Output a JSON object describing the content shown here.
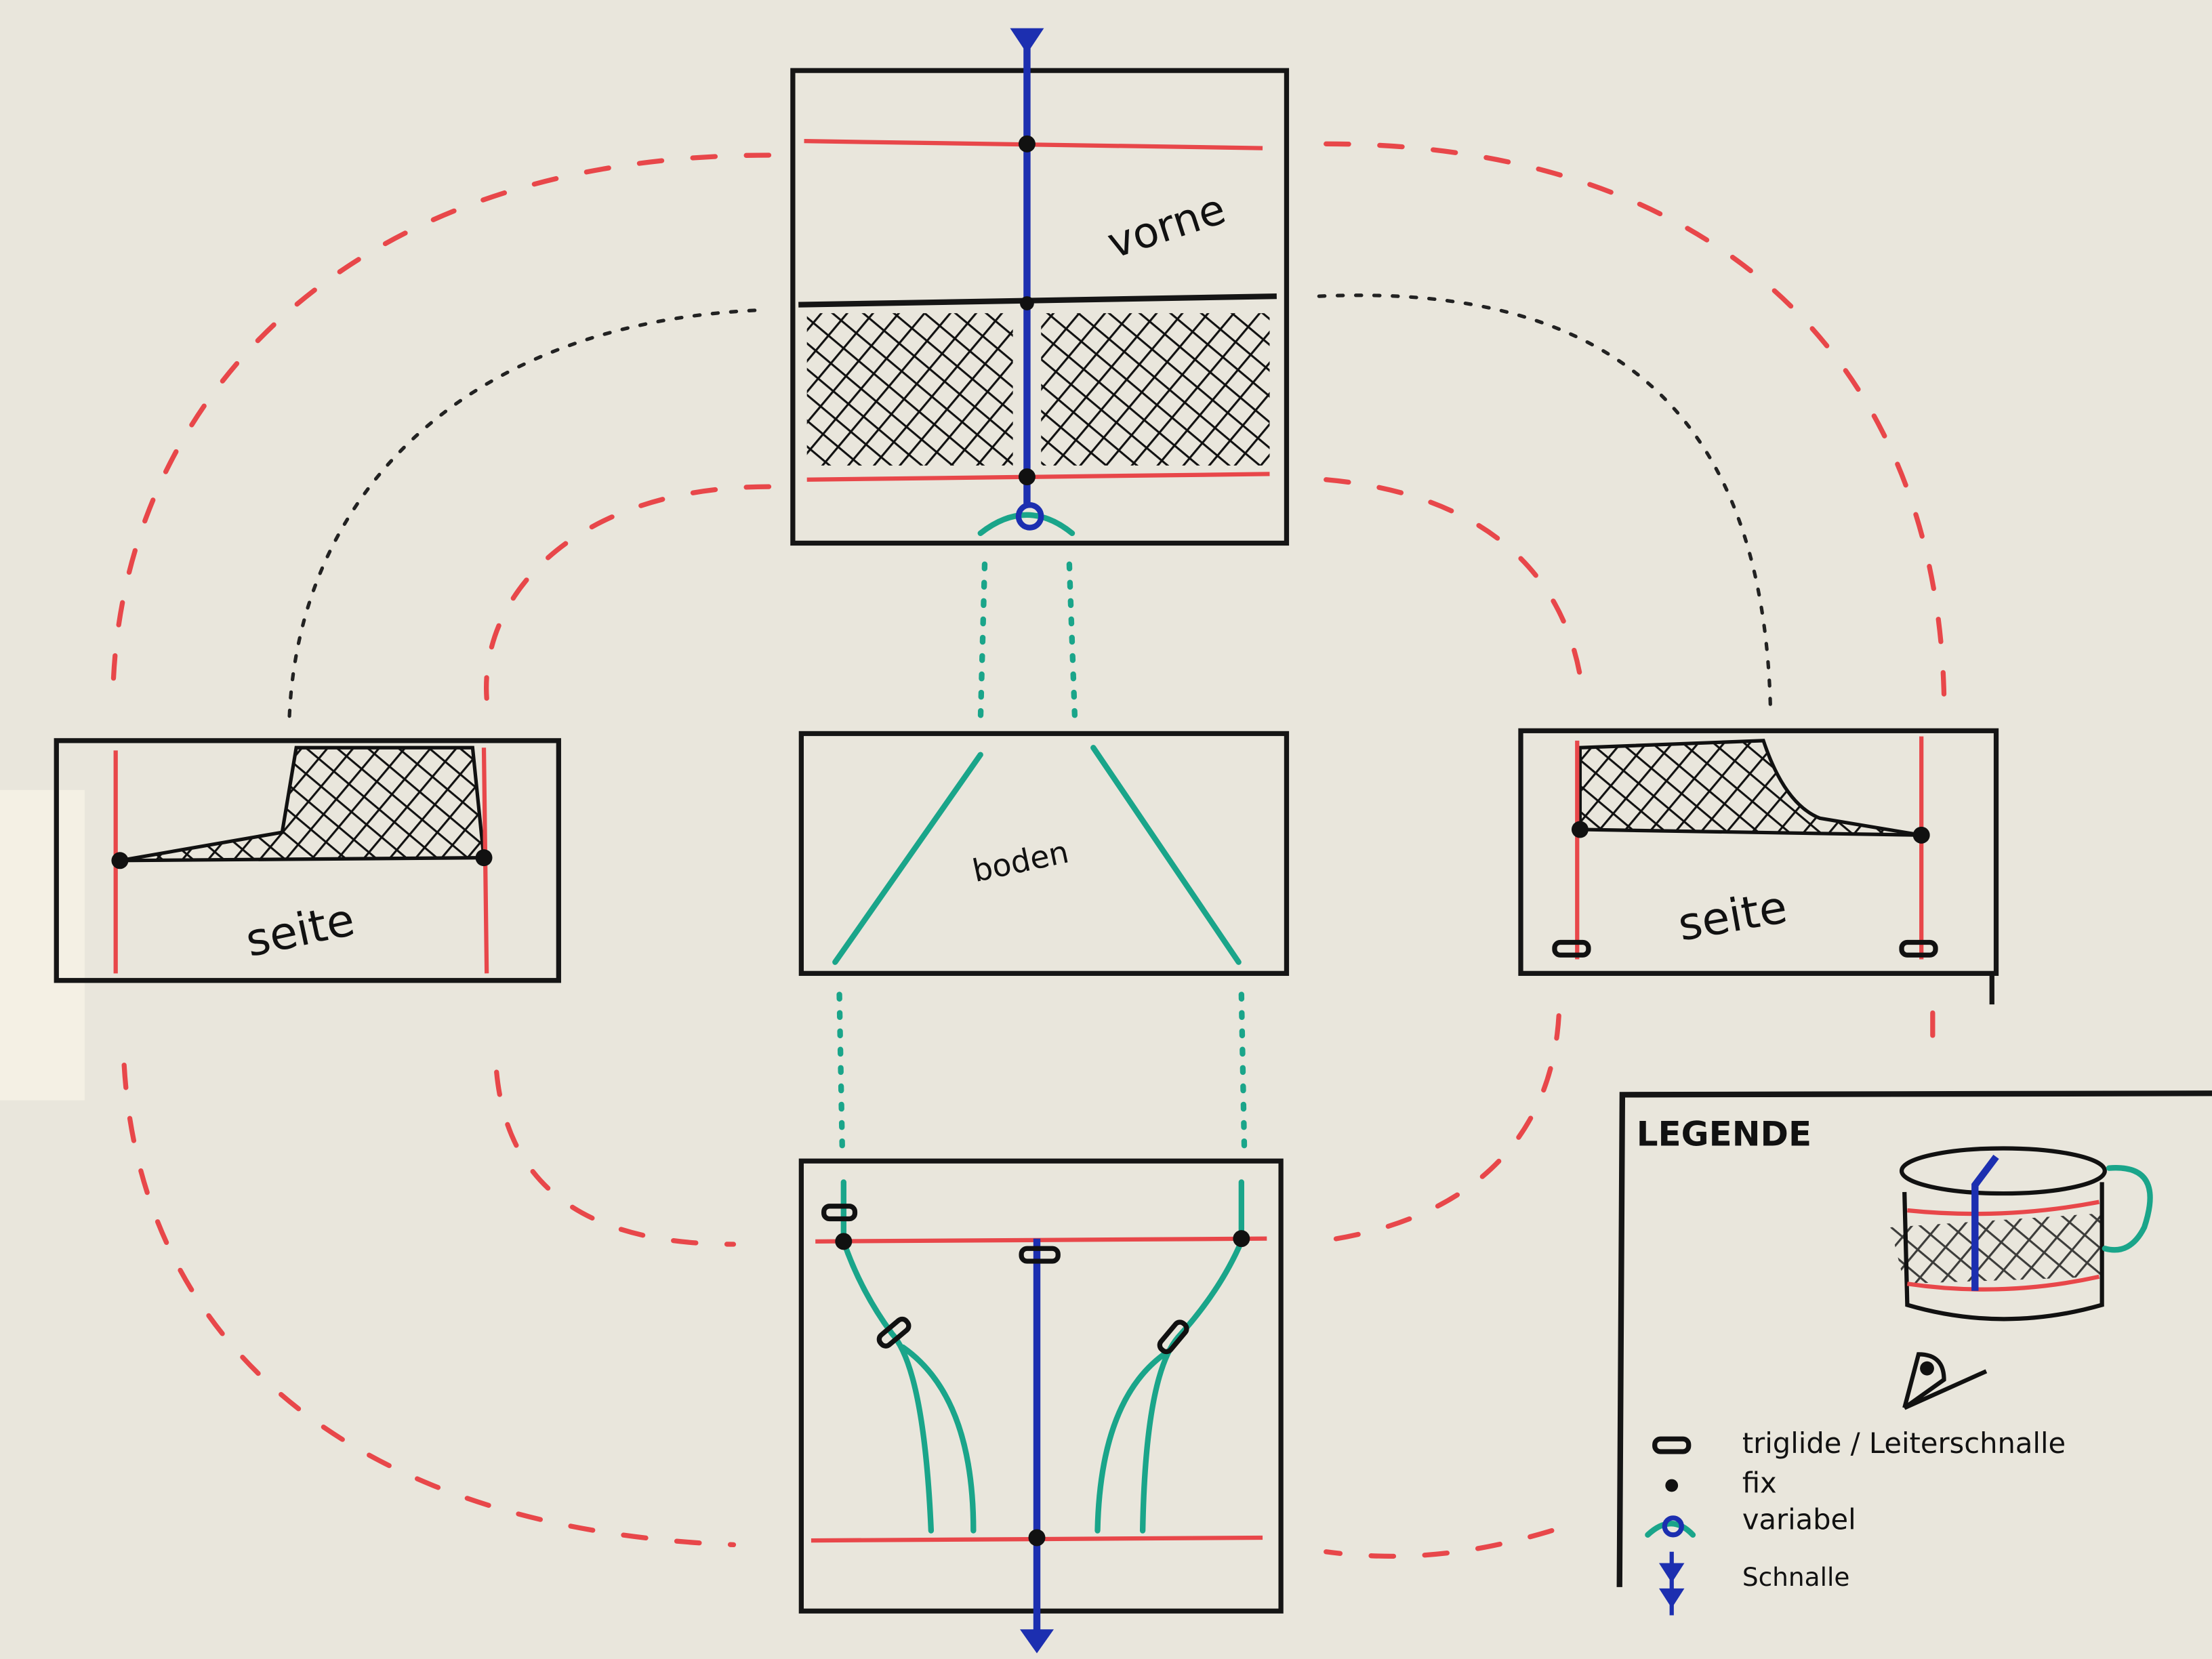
{
  "panels": {
    "front": {
      "label": "vorne"
    },
    "bottom": {
      "label": "boden"
    },
    "side_left": {
      "label": "seite"
    },
    "side_right": {
      "label": "seite"
    }
  },
  "legend": {
    "title": "LEGENDE",
    "items": [
      {
        "symbol": "triglide-icon",
        "label": "triglide / Leiterschnalle"
      },
      {
        "symbol": "fix-dot-icon",
        "label": "fix"
      },
      {
        "symbol": "variable-loop-icon",
        "label": "variabel"
      },
      {
        "symbol": "buckle-icon",
        "label": "Schnalle"
      }
    ]
  },
  "colors": {
    "board": "#e9e6dc",
    "ink": "#151515",
    "red": "#e8474a",
    "green": "#1aa58a",
    "blue": "#1c2fb0"
  }
}
